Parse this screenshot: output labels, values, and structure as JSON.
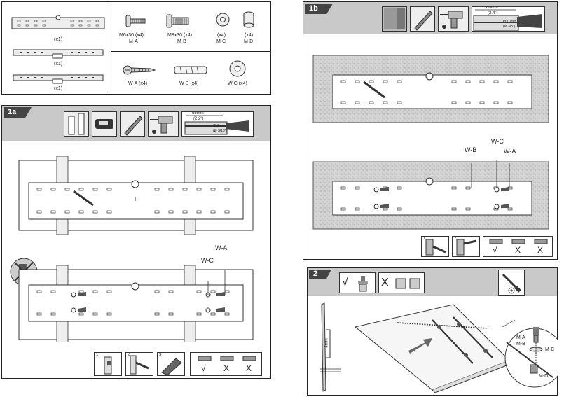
{
  "parts": {
    "qty_x1": "(x1)",
    "screws": [
      {
        "size": "M6x30 (x4)",
        "code": "M-A"
      },
      {
        "size": "M8x30 (x4)",
        "code": "M-B"
      },
      {
        "size": "(x4)",
        "code": "M-C"
      },
      {
        "size": "(x4)",
        "code": "M-D"
      }
    ],
    "wall_hardware": [
      "W-A (x4)",
      "W-B (x4)",
      "W-C (x4)"
    ]
  },
  "step_1a": {
    "tag": "1a",
    "drill_length": "55mm",
    "drill_length_in": "(2.2\")",
    "drill_diameter": "Ø 4mm",
    "drill_diameter_in": "(Ø 3/16\")",
    "callouts": [
      "W-C",
      "W-A"
    ],
    "sub_steps": [
      "1",
      "2",
      "3"
    ],
    "marks": [
      "√",
      "X",
      "X"
    ]
  },
  "step_1b": {
    "tag": "1b",
    "drill_length": "60mm",
    "drill_length_in": "(2.4\")",
    "drill_diameter": "Ø 10mm",
    "drill_diameter_in": "(Ø 3/8\")",
    "callouts": [
      "W-B",
      "W-C",
      "W-A"
    ],
    "sub_steps": [
      "1",
      "2"
    ],
    "marks": [
      "√",
      "X",
      "X"
    ]
  },
  "step_2": {
    "tag": "2",
    "gap_label": "4mm",
    "callouts": [
      "M-A",
      "M-B",
      "M-C",
      "M-D"
    ],
    "marks": [
      "√",
      "X"
    ]
  }
}
